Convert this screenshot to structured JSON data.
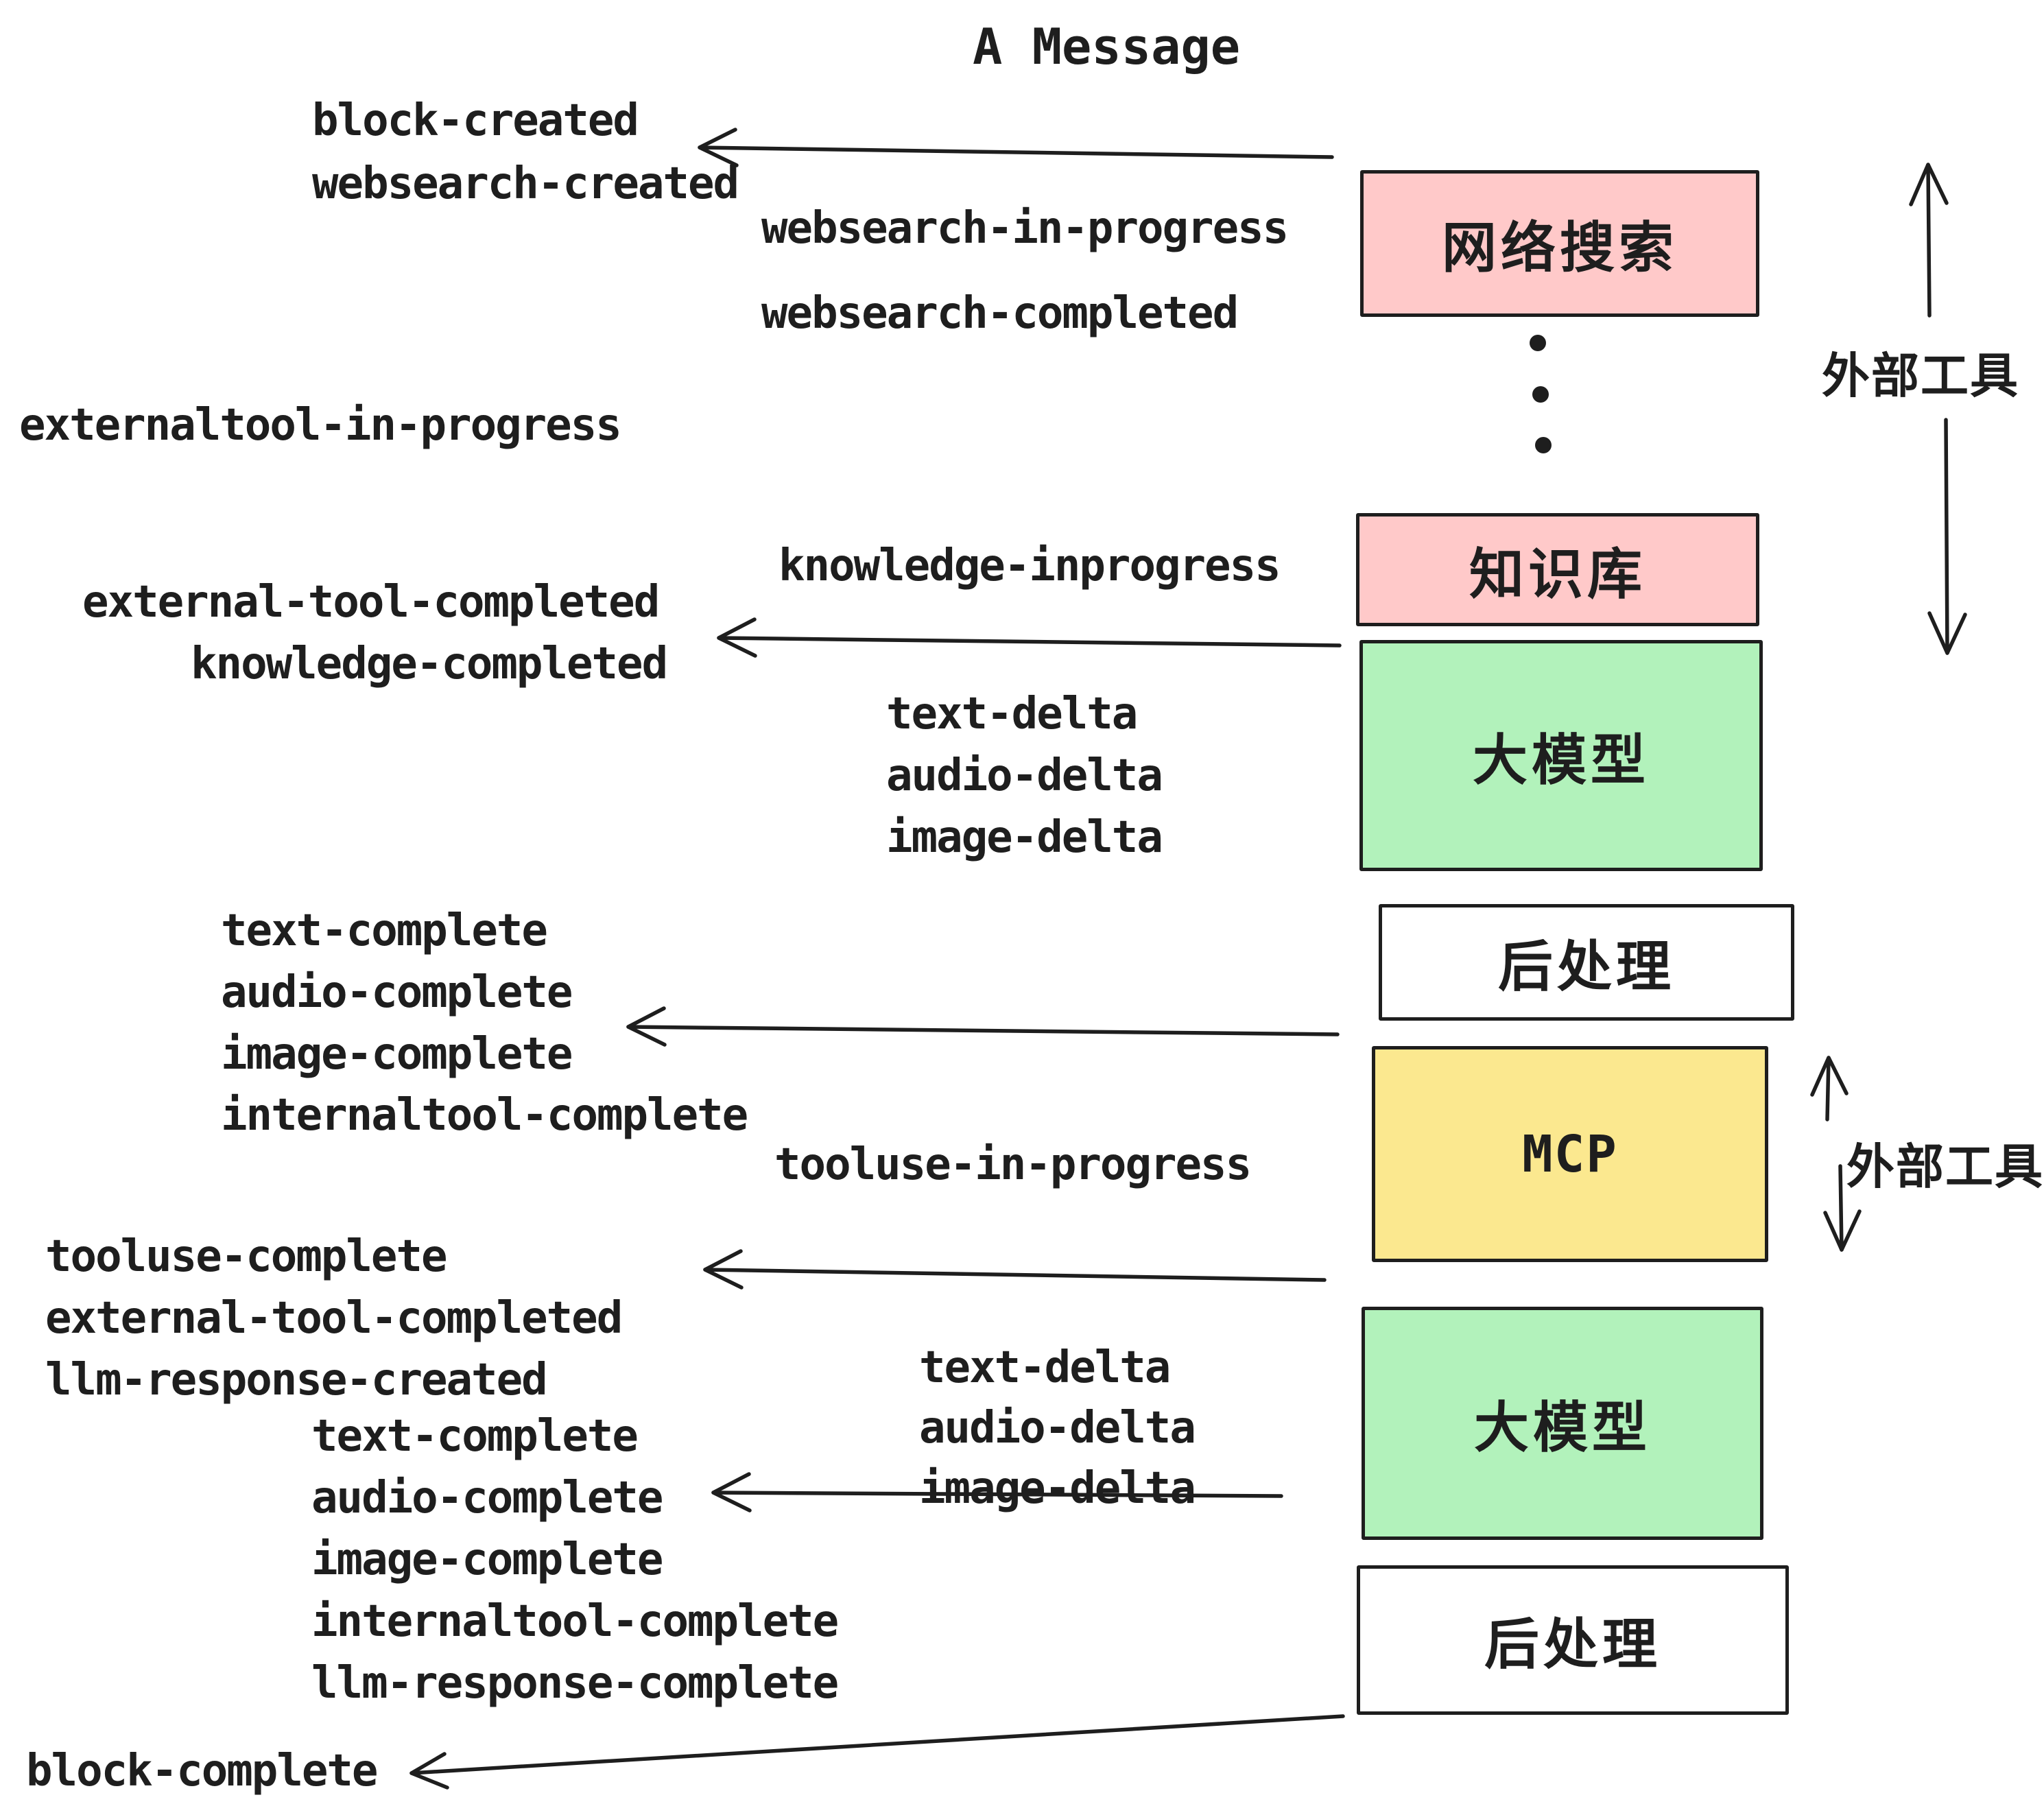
{
  "title": "A Message",
  "colors": {
    "pink": "#ffc9c9",
    "green": "#b2f2bb",
    "yellow": "#fbe88f",
    "white": "#ffffff",
    "ink": "#1e1e1e"
  },
  "events": {
    "block_created": "block-created",
    "websearch_created": "websearch-created",
    "websearch_in_progress": "websearch-in-progress",
    "websearch_completed": "websearch-completed",
    "externaltool_in_progress": "externaltool-in-progress",
    "knowledge_inprogress": "knowledge-inprogress",
    "external_tool_completed": "external-tool-completed",
    "knowledge_completed": "knowledge-completed",
    "text_delta": "text-delta",
    "audio_delta": "audio-delta",
    "image_delta": "image-delta",
    "text_complete": "text-complete",
    "audio_complete": "audio-complete",
    "image_complete": "image-complete",
    "internaltool_complete": "internaltool-complete",
    "tooluse_in_progress": "tooluse-in-progress",
    "tooluse_complete": "tooluse-complete",
    "llm_response_created": "llm-response-created",
    "llm_response_complete": "llm-response-complete",
    "block_complete": "block-complete"
  },
  "boxes": {
    "websearch": "网络搜索",
    "knowledge": "知识库",
    "llm": "大模型",
    "post": "后处理",
    "mcp": "MCP"
  },
  "side_labels": {
    "external_tools": "外部工具"
  }
}
